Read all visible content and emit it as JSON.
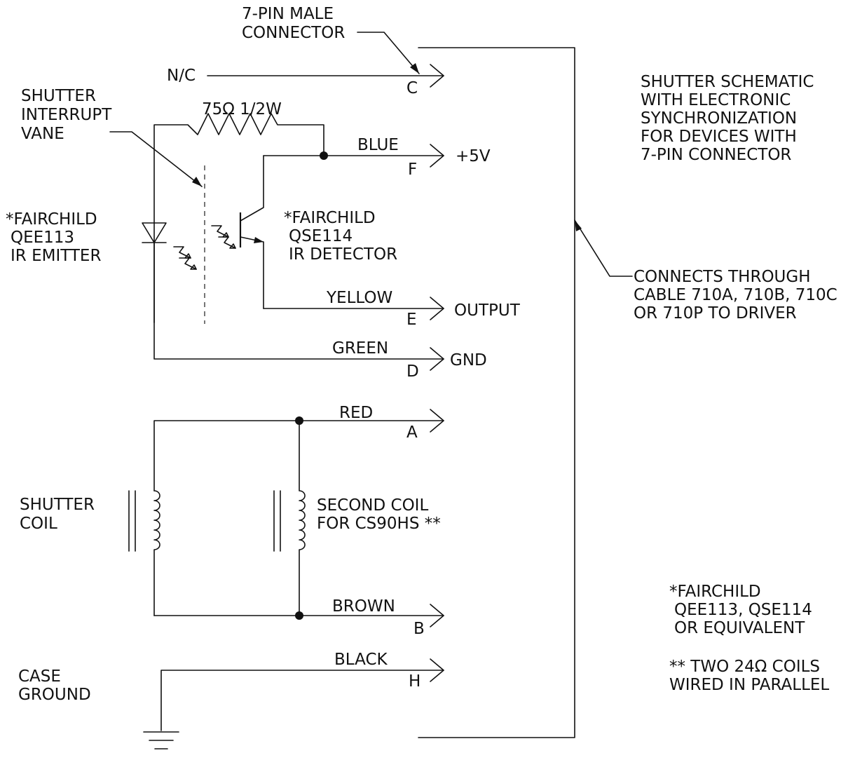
{
  "connector": {
    "line1": "7-PIN MALE",
    "line2": "CONNECTOR"
  },
  "pins": {
    "nc_label": "N/C",
    "c": {
      "letter": "C"
    },
    "f": {
      "color": "BLUE",
      "letter": "F",
      "signal": "+5V"
    },
    "e": {
      "color": "YELLOW",
      "letter": "E",
      "signal": "OUTPUT"
    },
    "d": {
      "color": "GREEN",
      "letter": "D",
      "signal": "GND"
    },
    "a": {
      "color": "RED",
      "letter": "A"
    },
    "b": {
      "color": "BROWN",
      "letter": "B"
    },
    "h": {
      "color": "BLACK",
      "letter": "H"
    }
  },
  "resistor": {
    "label": "75Ω 1/2W"
  },
  "vane": {
    "line1": "SHUTTER",
    "line2": "INTERRUPT",
    "line3": "VANE"
  },
  "emitter": {
    "line1": "*FAIRCHILD",
    "line2": "QEE113",
    "line3": "IR EMITTER"
  },
  "detector": {
    "line1": "*FAIRCHILD",
    "line2": "QSE114",
    "line3": "IR DETECTOR"
  },
  "shutter_coil": {
    "line1": "SHUTTER",
    "line2": "COIL"
  },
  "second_coil": {
    "line1": "SECOND COIL",
    "line2": "FOR CS90HS **"
  },
  "case_ground": {
    "line1": "CASE",
    "line2": "GROUND"
  },
  "title": {
    "line1": "SHUTTER SCHEMATIC",
    "line2": "WITH ELECTRONIC",
    "line3": "SYNCHRONIZATION",
    "line4": "FOR DEVICES WITH",
    "line5": "7-PIN CONNECTOR"
  },
  "cable_note": {
    "line1": "CONNECTS THROUGH",
    "line2": "CABLE 710A, 710B, 710C",
    "line3": "OR 710P TO DRIVER"
  },
  "footnote1": {
    "line1": "*FAIRCHILD",
    "line2": "QEE113, QSE114",
    "line3": "OR EQUIVALENT"
  },
  "footnote2": {
    "line1": "** TWO 24Ω COILS",
    "line2": "WIRED IN PARALLEL"
  }
}
